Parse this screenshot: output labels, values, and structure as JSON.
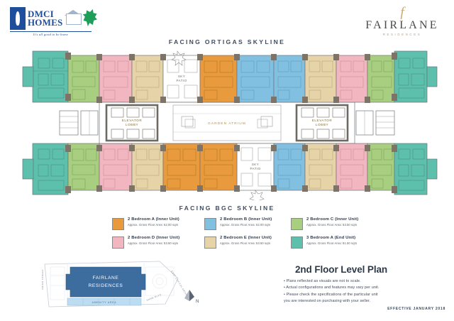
{
  "brand": {
    "dmci": {
      "line1": "DMCI",
      "line2": "HOMES",
      "tagline": "It's all good to be home",
      "logo_blue": "#1f4e9c",
      "logo_green": "#1f9e5a"
    },
    "fairlane": {
      "monogram": "f",
      "name": "FAIRLANE",
      "sub": "RESIDENCES",
      "gold": "#c9a86a"
    }
  },
  "facing": {
    "top": "FACING ORTIGAS SKYLINE",
    "bottom": "FACING BGC SKYLINE"
  },
  "plan": {
    "elevator_lobby_label": "ELEVATOR LOBBY",
    "garden_atrium_label": "GARDEN ATRIUM",
    "sky_patio_label": "SKY PATIO",
    "colors": {
      "unit_2br_a": "#e89a3c",
      "unit_2br_b": "#82c0e2",
      "unit_2br_c": "#a8cf80",
      "unit_2br_d": "#f2b6c0",
      "unit_2br_e": "#e6d3a8",
      "unit_3br_a": "#5cc0ad",
      "wall": "#7d7366",
      "outline": "#6f7379",
      "core": "#6d6a64"
    }
  },
  "legend": {
    "items": [
      {
        "id": "2br-a",
        "color": "#e89a3c",
        "title": "2 Bedroom A (Inner Unit)",
        "area": "Approx. Gross Floor Area: 62.00 sqm"
      },
      {
        "id": "2br-d",
        "color": "#f2b6c0",
        "title": "2 Bedroom D (Inner Unit)",
        "area": "Approx. Gross Floor Area: 53.50 sqm"
      },
      {
        "id": "2br-b",
        "color": "#82c0e2",
        "title": "2 Bedroom B (Inner Unit)",
        "area": "Approx. Gross Floor Area: 62.00 sqm"
      },
      {
        "id": "2br-e",
        "color": "#e6d3a8",
        "title": "2 Bedroom E (Inner Unit)",
        "area": "Approx. Gross Floor Area: 53.50 sqm"
      },
      {
        "id": "2br-c",
        "color": "#a8cf80",
        "title": "2 Bedroom C (Inner Unit)",
        "area": "Approx. Gross Floor Area: 53.50 sqm"
      },
      {
        "id": "3br-a",
        "color": "#5cc0ad",
        "title": "3 Bedroom A (End Unit)",
        "area": "Approx. Gross Floor Area: 81.50 sqm"
      }
    ]
  },
  "sitemap": {
    "tower_label_line1": "FAIRLANE",
    "tower_label_line2": "RESIDENCES",
    "amenity_label": "AMENITY AREA",
    "street_left": "UNION STREET",
    "street_right": "EAST CAPITOL DRIVE",
    "street_bottom": "SHAW BLVD.",
    "north": "N",
    "tower_color": "#3d6c9e",
    "amenity_color": "#bcdcf2"
  },
  "footer": {
    "title": "2nd Floor Level Plan",
    "notes": [
      "• Plans reflected as visuals are not to scale.",
      "• Actual configurations and features may vary per unit.",
      "• Please check the specifications of the particular unit",
      "   you are interested on purchasing with your seller."
    ],
    "effective": "EFFECTIVE JANUARY 2018"
  }
}
